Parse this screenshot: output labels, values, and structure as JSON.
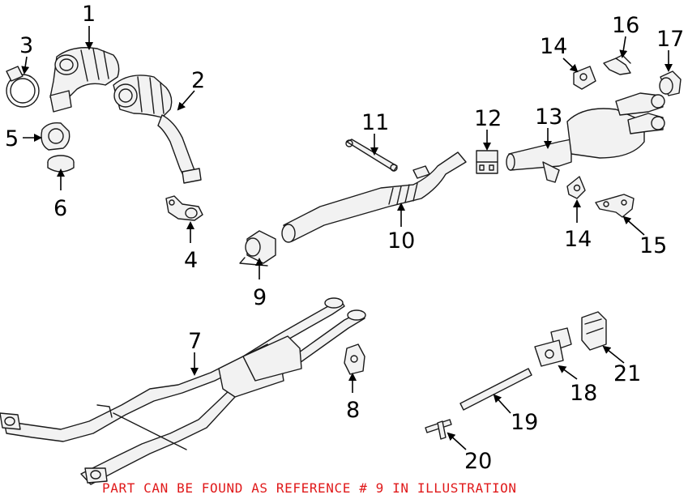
{
  "callouts": {
    "c1": "1",
    "c2": "2",
    "c3": "3",
    "c4": "4",
    "c5": "5",
    "c6": "6",
    "c7": "7",
    "c8": "8",
    "c9": "9",
    "c10": "10",
    "c11": "11",
    "c12": "12",
    "c13": "13",
    "c14a": "14",
    "c14b": "14",
    "c15": "15",
    "c16": "16",
    "c17": "17",
    "c18": "18",
    "c19": "19",
    "c20": "20",
    "c21": "21"
  },
  "footer_note": "PART CAN BE FOUND AS REFERENCE # 9 IN ILLUSTRATION",
  "colors": {
    "note": "#e0191a",
    "line": "#1a1a1a",
    "background": "#ffffff"
  }
}
